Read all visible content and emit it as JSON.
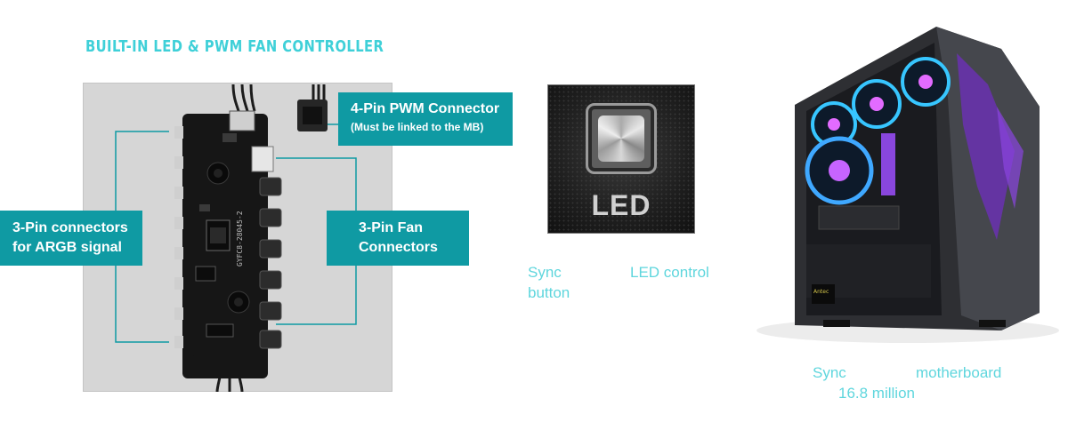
{
  "heading": "BUILT-IN LED & PWM FAN CONTROLLER",
  "labels": {
    "pwm_title": "4-Pin PWM Connector",
    "pwm_sub": "(Must be linked to the MB)",
    "argb_line1": "3-Pin connectors",
    "argb_line2": "for ARGB signal",
    "fan_line1": "3-Pin Fan",
    "fan_line2": "Connectors"
  },
  "led_photo": {
    "button_text": "LED"
  },
  "captions": {
    "sync_line1": "Sync",
    "sync_line2": "button",
    "led_control": "LED control",
    "sync2": "Sync",
    "motherboard": "motherboard",
    "million": "16.8 million"
  },
  "board_silkscreen": "GYFC8-28045-2",
  "case_brand": "Antec",
  "colors": {
    "accent_teal": "#0f9aa3",
    "heading_cyan": "#3fd0d8",
    "caption_cyan": "#5fd6dd",
    "panel_gray": "#d6d6d6"
  }
}
